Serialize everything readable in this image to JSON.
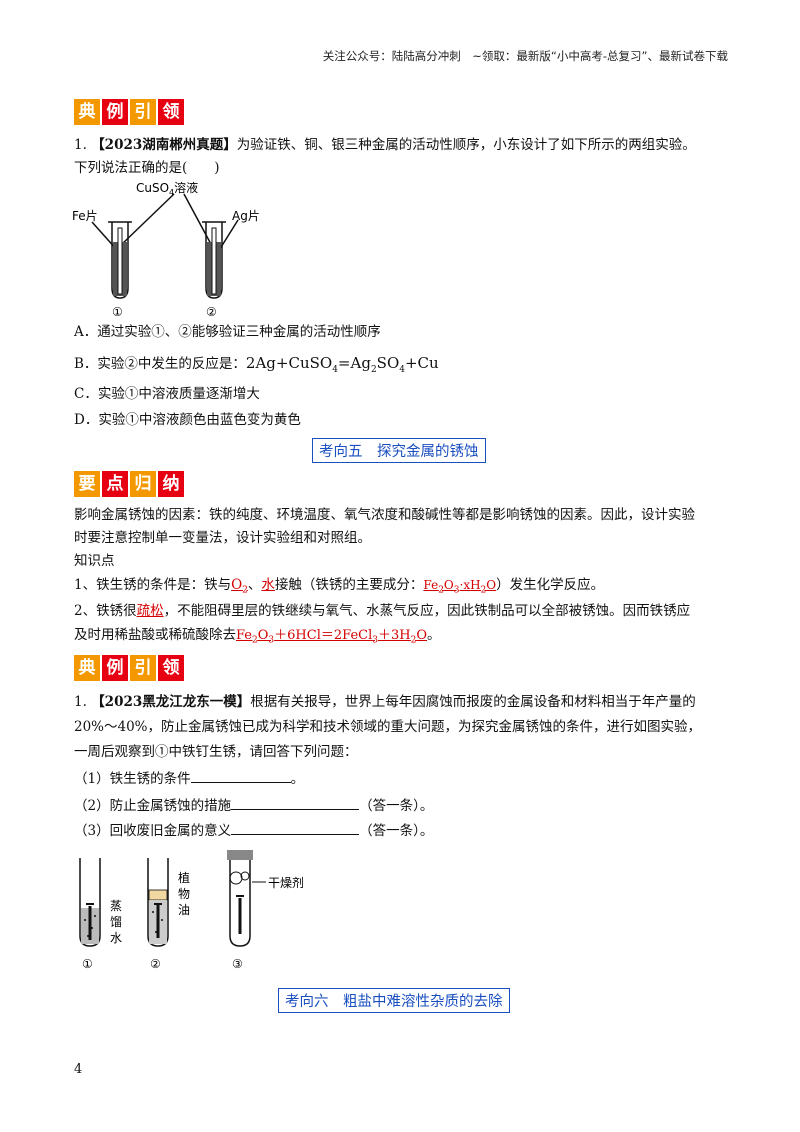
{
  "header_note": "关注公众号：陆陆高分冲刺　~领取：最新版“小中高考-总复习”、最新试卷下载",
  "badge_example": [
    "典",
    "例",
    "引",
    "领"
  ],
  "badge_summary": [
    "要",
    "点",
    "归",
    "纳"
  ],
  "q1": {
    "num": "1.",
    "source": "【2023湖南郴州真题】",
    "stem1": "为验证铁、铜、银三种金属的活动性顺序，小东设计了如下所示的两组实验。",
    "stem2": "下列说法正确的是(　　)",
    "fig": {
      "fe": "Fe片",
      "cuso4": "CuSO",
      "cuso4_sub": "4",
      "cuso4_tail": "溶液",
      "ag": "Ag片",
      "n1": "①",
      "n2": "②"
    },
    "optA": "A．通过实验①、②能够验证三种金属的活动性顺序",
    "optB_prefix": "B．实验②中发生的反应是：",
    "optB_eq": [
      "2Ag+CuSO",
      "4",
      "=Ag",
      "2",
      "SO",
      "4",
      "+Cu"
    ],
    "optC": "C．实验①中溶液质量逐渐增大",
    "optD": "D．实验①中溶液颜色由蓝色变为黄色"
  },
  "section5": "考向五　探究金属的锈蚀",
  "summary": {
    "p1a": "影响金属锈蚀的因素：铁的纯度、环境温度、氧气浓度和酸碱性等都是影响锈蚀的因素。因此，设计实验",
    "p1b": "时要注意控制单一变量法，设计实验组和对照组。",
    "kp": "知识点",
    "k1_pre": "1、铁生锈的条件是：铁与",
    "k1_o2": "O",
    "k1_o2sub": "2",
    "k1_mid": "、",
    "k1_water": "水",
    "k1_mid2": "接触（铁锈的主要成分：",
    "k1_rust": "Fe",
    "k1_rust2": "2",
    "k1_rust3": "O",
    "k1_rust4": "3",
    "k1_rust5": "·xH",
    "k1_rust6": "2",
    "k1_rust7": "O",
    "k1_post": "）发生化学反应。",
    "k2_pre": "2、铁锈很",
    "k2_loose": "疏松",
    "k2_post": "，不能阻碍里层的铁继续与氧气、水蒸气反应，因此铁制品可以全部被锈蚀。因而铁锈应",
    "k2b_pre": "及时用稀盐酸或稀硫酸除去",
    "k2b_eq": [
      "Fe",
      "2",
      "O",
      "3",
      "＋6HCl＝2FeCl",
      "3",
      "＋3H",
      "2",
      "O"
    ],
    "k2b_post": "。"
  },
  "q2": {
    "num": "1.",
    "source": "【2023黑龙江龙东一模】",
    "l1": "根据有关报导，世界上每年因腐蚀而报废的金属设备和材料相当于年产量的",
    "l2": "20%～40%，防止金属锈蚀已成为科学和技术领域的重大问题，为探究金属锈蚀的条件，进行如图实验，",
    "l3": "一周后观察到①中铁钉生锈，请回答下列问题：",
    "s1": "（1）铁生锈的条件",
    "s1_end": "。",
    "s2": "（2）防止金属锈蚀的措施",
    "s2_end": "（答一条）。",
    "s3": "（3）回收废旧金属的意义",
    "s3_end": "（答一条）。",
    "fig": {
      "water": [
        "蒸",
        "馏",
        "水"
      ],
      "oil": [
        "植",
        "物",
        "油"
      ],
      "dry": "干燥剂",
      "n1": "①",
      "n2": "②",
      "n3": "③"
    }
  },
  "section6": "考向六　粗盐中难溶性杂质的去除",
  "page_number": "4"
}
